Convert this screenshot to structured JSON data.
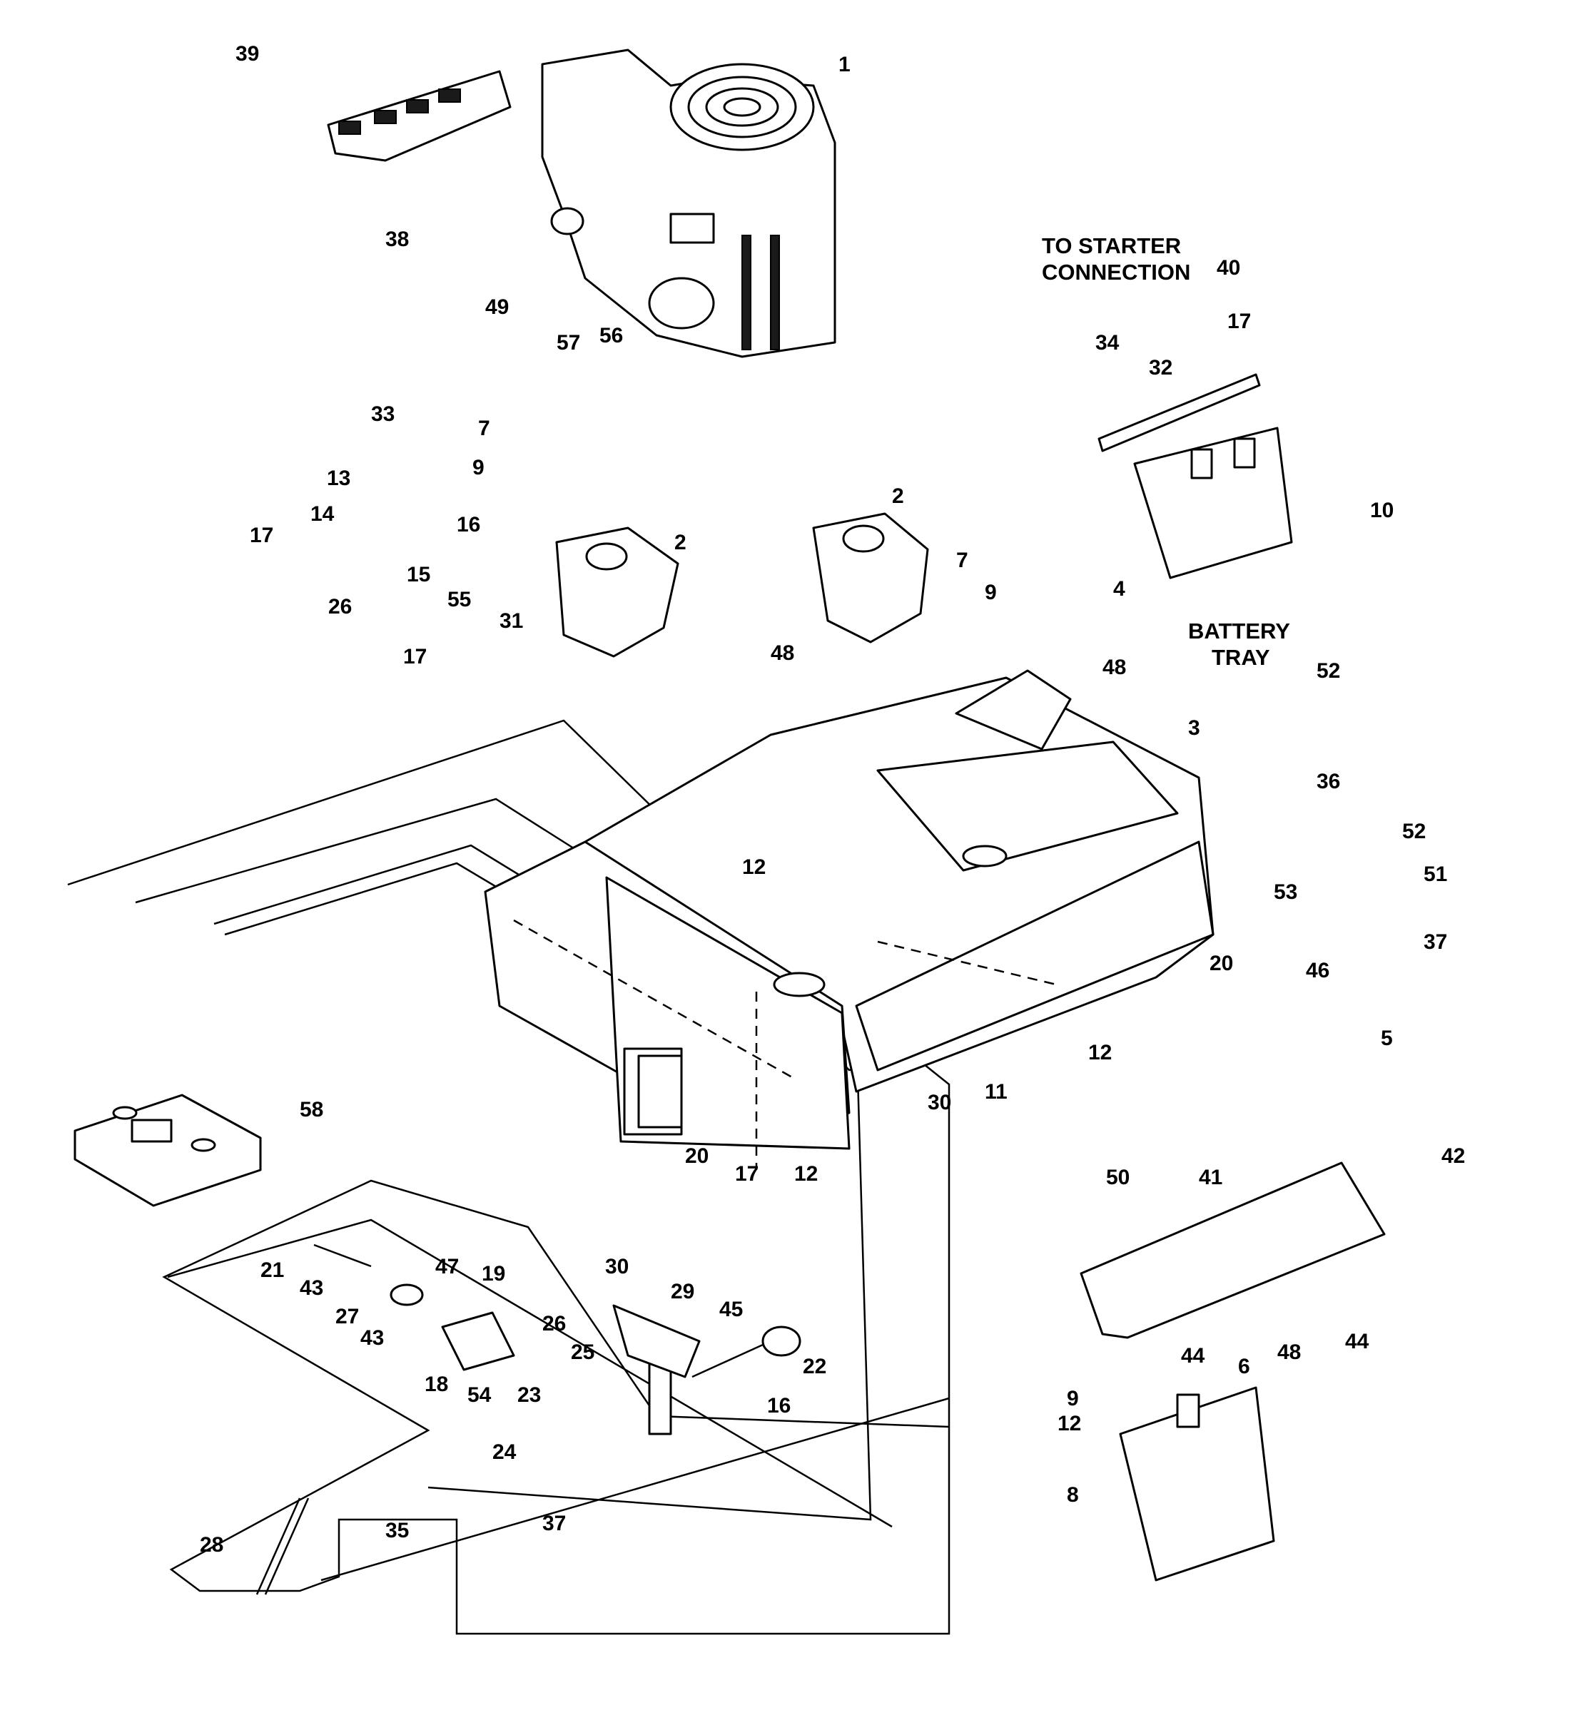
{
  "diagram": {
    "captions": {
      "starter": [
        "TO STARTER",
        "CONNECTION"
      ],
      "battery_tray": [
        "BATTERY",
        "TRAY"
      ]
    },
    "callouts": [
      "1",
      "2",
      "2",
      "3",
      "4",
      "5",
      "6",
      "7",
      "7",
      "8",
      "9",
      "9",
      "9",
      "10",
      "11",
      "12",
      "12",
      "12",
      "12",
      "13",
      "14",
      "15",
      "16",
      "16",
      "17",
      "17",
      "17",
      "17",
      "18",
      "19",
      "20",
      "20",
      "21",
      "22",
      "23",
      "24",
      "25",
      "26",
      "26",
      "27",
      "28",
      "29",
      "30",
      "30",
      "31",
      "32",
      "33",
      "34",
      "35",
      "36",
      "37",
      "37",
      "38",
      "39",
      "40",
      "41",
      "42",
      "43",
      "43",
      "44",
      "44",
      "45",
      "46",
      "47",
      "48",
      "48",
      "48",
      "49",
      "50",
      "51",
      "52",
      "52",
      "53",
      "54",
      "55",
      "56",
      "57",
      "58"
    ]
  }
}
